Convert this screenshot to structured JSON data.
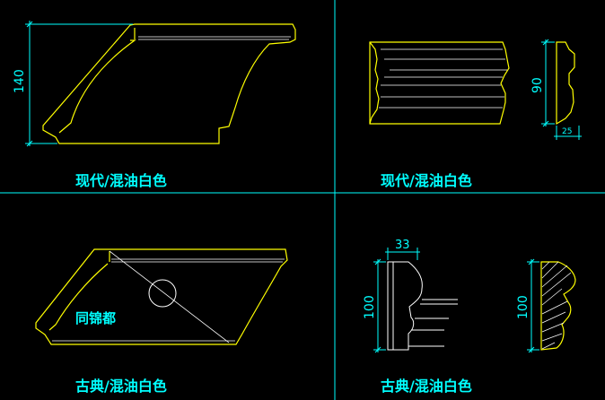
{
  "panels": {
    "top_left": {
      "caption": "现代/混油白色",
      "dim_height": "140"
    },
    "top_right": {
      "caption": "现代/混油白色",
      "dim_height": "90",
      "dim_width": "25"
    },
    "bottom_left": {
      "caption": "古典/混油白色",
      "inner_label": "同锦都"
    },
    "bottom_right": {
      "caption": "古典/混油白色",
      "dim_width": "33",
      "dim_height_left": "100",
      "dim_height_right": "100"
    }
  },
  "colors": {
    "background": "#000000",
    "outline": "#ffff00",
    "dimension": "#00ffff",
    "detail": "#ffffff"
  }
}
